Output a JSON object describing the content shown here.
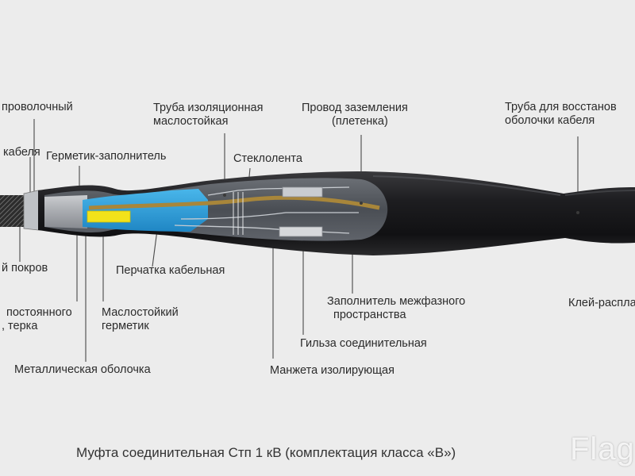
{
  "labels": {
    "wire": "проволочный",
    "cable": "кабеля",
    "sealant_filler": "Герметик-заполнитель",
    "tube_insulating_1": "Труба изоляционная",
    "tube_insulating_2": "маслостойкая",
    "ground_wire_1": "Провод заземления",
    "ground_wire_2": "(плетенка)",
    "tube_restore_1": "Труба для восстанов",
    "tube_restore_2": "оболочки кабеля",
    "glass_tape": "Стеклолента",
    "cover": "й покров",
    "glove": "Перчатка кабельная",
    "dc_1": "постоянного",
    "dc_2": ", терка",
    "oil_sealant_1": "Маслостойкий",
    "oil_sealant_2": "герметик",
    "interphase_1": "Заполнитель межфазного",
    "interphase_2": "пространства",
    "glue": "Клей-распла",
    "sleeve": "Гильза соединительная",
    "metal_sheath": "Металлическая оболочка",
    "cuff": "Манжета изолирующая"
  },
  "caption": "Муфта соединительная Стп 1 кВ  (комплектация класса «В»)",
  "watermark": "Flag",
  "colors": {
    "background": "#ececec",
    "body": "#1c1c1e",
    "blue_glove": "#2a9fdc",
    "yellow_core": "#f2e21a",
    "copper_braid": "#a8863a",
    "leader_line": "#4a4a4a"
  }
}
